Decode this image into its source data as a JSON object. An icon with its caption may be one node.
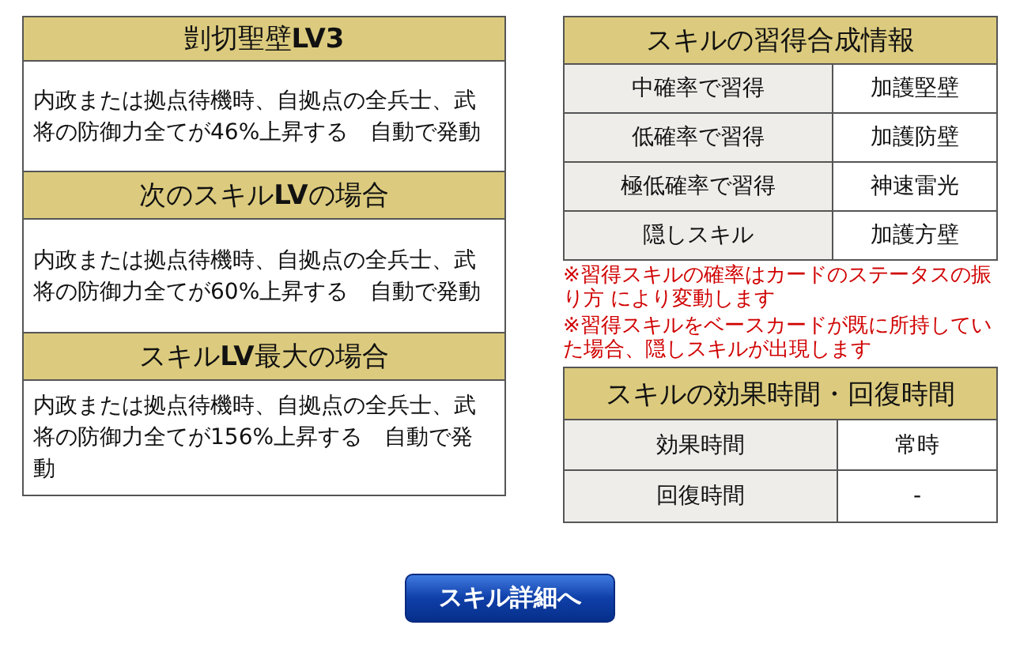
{
  "diagram": {
    "labels": [
      "剴切聖壁**LV3**",
      "内政または拠点待機時、自拠点の全兵士、武将の防御力全てが46%上昇する　自動で発動",
      "次のスキル**LV**の場合",
      "内政または拠点待機時、自拠点の全兵士、武将の防御力全てが60%上昇する　自動で発動",
      "スキル**LV**最大の場合",
      "内政または拠点待機時、自拠点の全兵士、武将の防御力全てが156%上昇する　自動で発動",
      "スキルの習得合成情報",
      "中確率で習得",
      "加護堅壁",
      "低確率で習得",
      "加護防壁",
      "極低確率で習得",
      "神速雷光",
      "隠しスキル",
      "加護方壁",
      "※習得スキルの確率はカードのステータスの振り方 により変動します",
      "※習得スキルをベースカードが既に所持していた場合、隠しスキルが出現します",
      "スキルの効果時間・回復時間",
      "効果時間",
      "常時",
      "回復時間",
      "-",
      "スキル詳細へ"
    ]
  }
}
